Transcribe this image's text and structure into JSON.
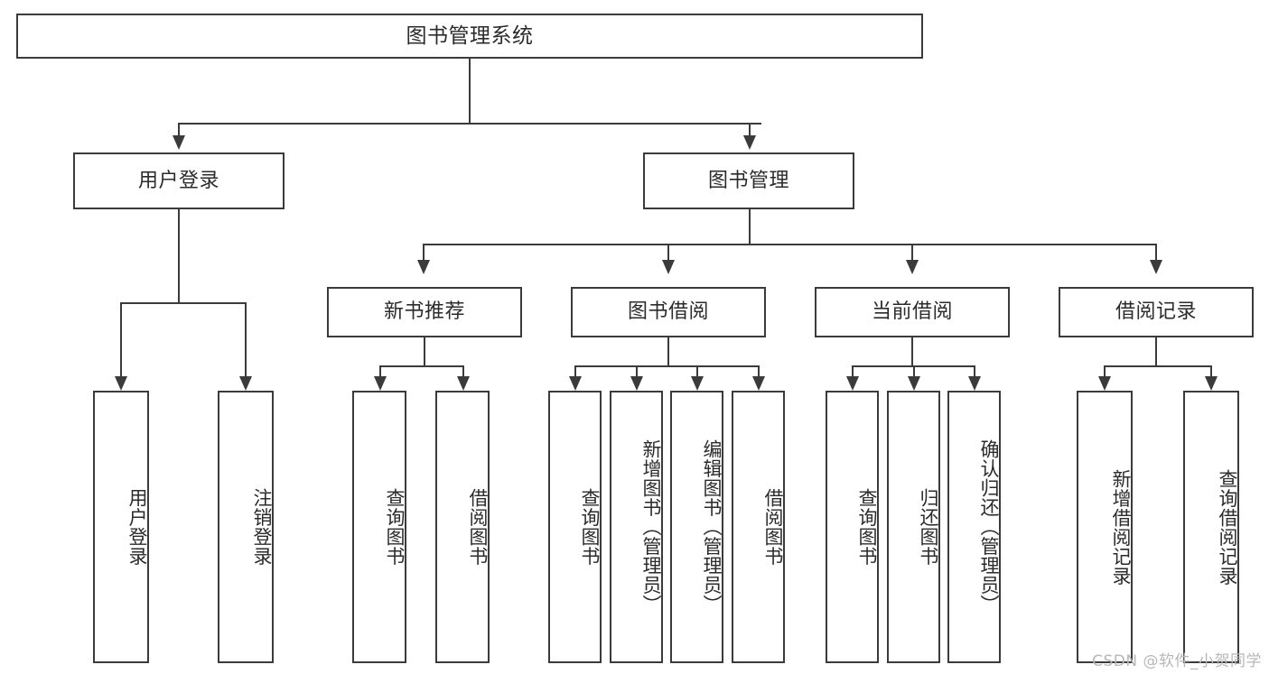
{
  "diagram": {
    "type": "tree",
    "title": "图书管理系统",
    "root": {
      "label": "图书管理系统"
    },
    "level2": [
      {
        "label": "用户登录"
      },
      {
        "label": "图书管理"
      }
    ],
    "level3": [
      {
        "label": "新书推荐"
      },
      {
        "label": "图书借阅"
      },
      {
        "label": "当前借阅"
      },
      {
        "label": "借阅记录"
      }
    ],
    "leaves": {
      "user_login": [
        {
          "label": "用户登录"
        },
        {
          "label": "注销登录"
        }
      ],
      "new_book_recommend": [
        {
          "label": "查询图书"
        },
        {
          "label": "借阅图书"
        }
      ],
      "book_borrow": [
        {
          "label": "查询图书"
        },
        {
          "label": "新增图书（管理员）"
        },
        {
          "label": "编辑图书（管理员）"
        },
        {
          "label": "借阅图书"
        }
      ],
      "current_borrow": [
        {
          "label": "查询图书"
        },
        {
          "label": "归还图书"
        },
        {
          "label": "确认归还（管理员）"
        }
      ],
      "borrow_record": [
        {
          "label": "新增借阅记录"
        },
        {
          "label": "查询借阅记录"
        }
      ]
    }
  },
  "watermark": {
    "text": "CSDN @软件_小贺同学"
  },
  "colors": {
    "stroke": "#3b3b3b",
    "text": "#2b2b2b",
    "background": "#ffffff",
    "watermark": "#b7b7b7"
  }
}
